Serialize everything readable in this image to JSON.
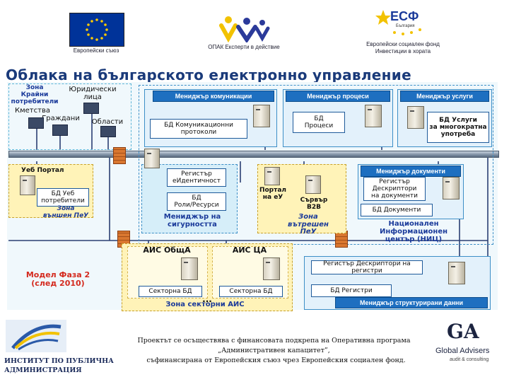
{
  "logos": {
    "eu_caption": "Европейски съюз",
    "opak_caption": "ОПАК Експерти в действие",
    "esf_badge": "ЕСФ",
    "esf_badge_sub": "България",
    "esf_caption_1": "Европейски социален фонд",
    "esf_caption_2": "Инвестиции в хората"
  },
  "title": "Облака на българското електронно управление",
  "consumers": {
    "zone_label_1": "Зона",
    "zone_label_2": "Крайни",
    "zone_label_3": "потребители",
    "legal_1": "Юридически",
    "legal_2": "лица",
    "mayoralty": "Кметства",
    "citizens": "Граждани",
    "regions": "Области"
  },
  "managers": {
    "communications": "Мениджър комуникации",
    "processes": "Мениджър процеси",
    "services": "Мениджър услуги",
    "documents": "Мениджър документи",
    "security_1": "Мениджър на",
    "security_2": "сигурността",
    "structured": "Мениджър структурирани данни"
  },
  "databases": {
    "comm_protocols_1": "БД Комуникационни",
    "comm_protocols_2": "протоколи",
    "processes_1": "БД",
    "processes_2": "Процеси",
    "services_1": "БД Услуги",
    "services_2": "за многократна",
    "services_3": "употреба",
    "eid_1": "Регистър",
    "eid_2": "еИдентичност",
    "roles_1": "БД",
    "roles_2": "Роли/Ресурси",
    "doc_desc_1": "Регистър",
    "doc_desc_2": "Дескриптори",
    "doc_desc_3": "на документи",
    "documents": "БД Документи",
    "web_users_1": "БД Уеб",
    "web_users_2": "потребители",
    "reg_desc": "Регистър Дескриптори на регистри",
    "registers": "БД Регистри",
    "sector_1": "Секторна БД",
    "sector_2": "Секторна БД"
  },
  "portal": {
    "web_portal": "Уеб Портал",
    "zone_ext_1": "Зона",
    "zone_ext_2": "външен ПеУ",
    "eu_portal_1": "Портал",
    "eu_portal_2": "на еУ",
    "b2b_1": "Сървър",
    "b2b_2": "B2B",
    "zone_int_1": "Зона",
    "zone_int_2": "вътрешен ПеУ"
  },
  "nic": {
    "line_1": "Национален",
    "line_2": "Информационен",
    "line_3": "център (НИЦ)"
  },
  "ais": {
    "common": "АИС ОбщА",
    "ca": "АИС ЦА",
    "ellipsis": "...",
    "zone": "Зона секторни АИС"
  },
  "phase": {
    "line_1": "Модел Фаза 2",
    "line_2": "(след 2010)"
  },
  "footer": {
    "institute_1": "ИНСТИТУТ ПО ПУБЛИЧНА",
    "institute_2": "АДМИНИСТРАЦИЯ",
    "line_1": "Проектът се осъществява с финансовата подкрепа на Оперативна програма",
    "line_2": "„Административен капацитет”,",
    "line_3": "съфинансирана от Европейския съюз чрез Европейския социален фонд.",
    "ga_logo": "GA",
    "ga_name": "Global Advisers",
    "ga_tag": "audit & consulting"
  },
  "colors": {
    "title": "#1a3a7a",
    "manager_header": "#1e6fc0",
    "bus": "#7d8fa3",
    "zone_yellow": "#fff3b8",
    "phase_red": "#d42a1e"
  }
}
